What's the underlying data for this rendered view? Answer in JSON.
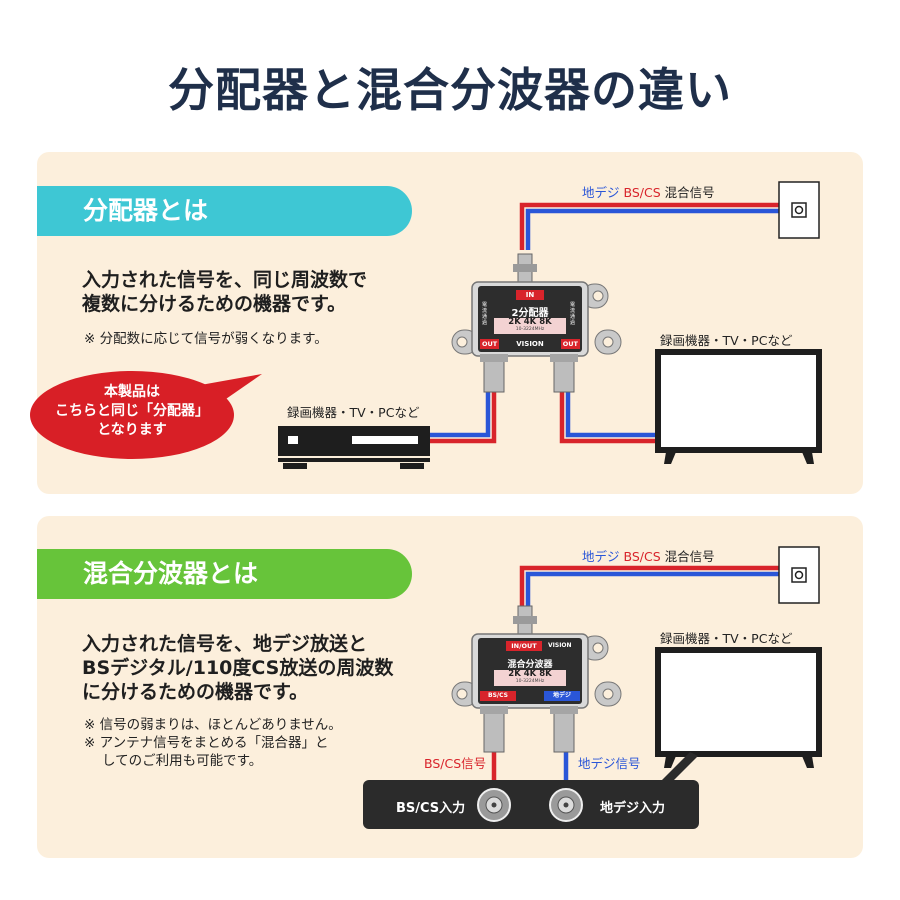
{
  "title": "分配器と混合分波器の違い",
  "section1": {
    "heading": "分配器とは",
    "desc_line1": "入力された信号を、同じ周波数で",
    "desc_line2": "複数に分けるための機器です。",
    "note": "※ 分配数に応じて信号が弱くなります。",
    "bubble_line1": "本製品は",
    "bubble_line2": "こちらと同じ「分配器」",
    "bubble_line3": "となります",
    "signal_label_1": "地デジ",
    "signal_label_2": "BS/CS",
    "signal_label_3": "混合信号",
    "device_label_left": "録画機器・TV・PCなど",
    "device_label_right": "録画機器・TV・PCなど",
    "splitter": {
      "in_label": "IN",
      "name": "2分配器",
      "spec": "2K 4K 8K",
      "freq": "10-3224MHz",
      "out_left": "OUT",
      "out_right": "OUT",
      "brand": "VISION",
      "side_left": "電流通過",
      "side_right": "電流通過"
    }
  },
  "section2": {
    "heading": "混合分波器とは",
    "desc_line1": "入力された信号を、地デジ放送と",
    "desc_line2": "BSデジタル/110度CS放送の周波数",
    "desc_line3": "に分けるための機器です。",
    "note_line1": "※ 信号の弱まりは、ほとんどありません。",
    "note_line2": "※ アンテナ信号をまとめる「混合器」と",
    "note_line3": "してのご利用も可能です。",
    "signal_label_1": "地デジ",
    "signal_label_2": "BS/CS",
    "signal_label_3": "混合信号",
    "device_label": "録画機器・TV・PCなど",
    "bs_signal_label": "BS/CS信号",
    "chideji_signal_label": "地デジ信号",
    "jack_left_label": "BS/CS入力",
    "jack_right_label": "地デジ入力",
    "splitter": {
      "in_label": "IN/OUT",
      "brand": "VISION",
      "name": "混合分波器",
      "spec": "2K 4K 8K",
      "freq": "10-3224MHz",
      "out_left": "BS/CS",
      "out_right": "地デジ"
    }
  },
  "colors": {
    "title": "#1f2f4a",
    "panel_bg": "#fcefdc",
    "tab1": "#3ec7d4",
    "tab2": "#67c43a",
    "cable_red": "#d8242b",
    "cable_blue": "#2a56d8",
    "bubble": "#d81f26"
  },
  "icons": [
    "antenna-outlet-icon",
    "tv-icon",
    "recorder-icon",
    "splitter-device-icon",
    "coax-jack-icon"
  ]
}
